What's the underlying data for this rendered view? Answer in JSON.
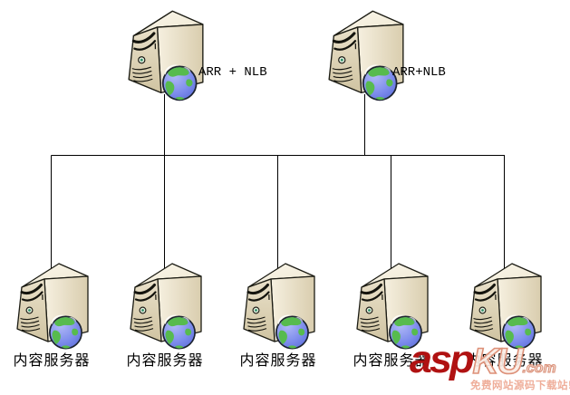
{
  "diagram": {
    "top_nodes": [
      {
        "label": "ARR + NLB"
      },
      {
        "label": "ARR+NLB"
      }
    ],
    "bottom_nodes": [
      {
        "label": "内容服务器"
      },
      {
        "label": "内容服务器"
      },
      {
        "label": "内容服务器"
      },
      {
        "label": "内容服务器"
      },
      {
        "label": "内容服务器"
      }
    ]
  },
  "watermark": {
    "brand_prefix": "asp",
    "brand_mid": "KU",
    "brand_suffix": ".com",
    "tagline": "免费网站源码下载站!"
  },
  "colors": {
    "connector_line": "#000000",
    "server_body_light": "#f4eedd",
    "server_body_dark": "#d3c7a7",
    "globe_ocean": "#7d8cec",
    "globe_land": "#57bb4e",
    "watermark_red": "#b01212",
    "watermark_light": "#efae9a"
  }
}
